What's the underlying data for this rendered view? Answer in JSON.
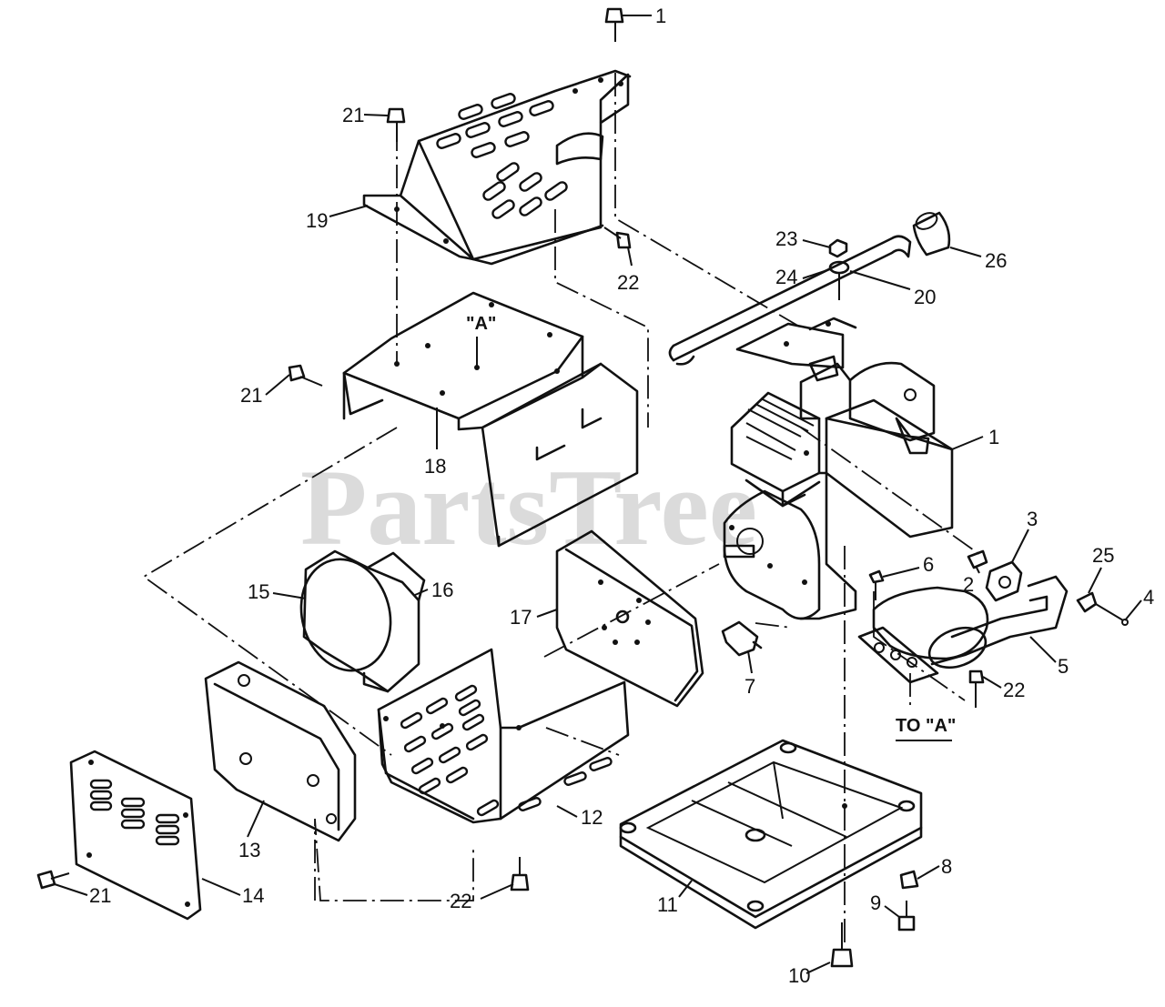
{
  "watermark": "PartsTree",
  "callouts": {
    "c1_top": "1",
    "c21_top": "21",
    "c19": "19",
    "c22_top": "22",
    "c23": "23",
    "c24": "24",
    "c26": "26",
    "c20": "20",
    "c21_mid": "21",
    "c18": "18",
    "c1_engine": "1",
    "c3": "3",
    "c25": "25",
    "c4": "4",
    "c2": "2",
    "c6": "6",
    "c15": "15",
    "c16": "16",
    "c17": "17",
    "c5": "5",
    "c7": "7",
    "c22_right": "22",
    "c13": "13",
    "c12": "12",
    "c8": "8",
    "c9": "9",
    "c11": "11",
    "c22_bottom": "22",
    "c21_bottom": "21",
    "c14": "14",
    "c10": "10"
  },
  "reference_marks": {
    "a_top": "\"A\"",
    "to_a": "TO \"A\""
  }
}
